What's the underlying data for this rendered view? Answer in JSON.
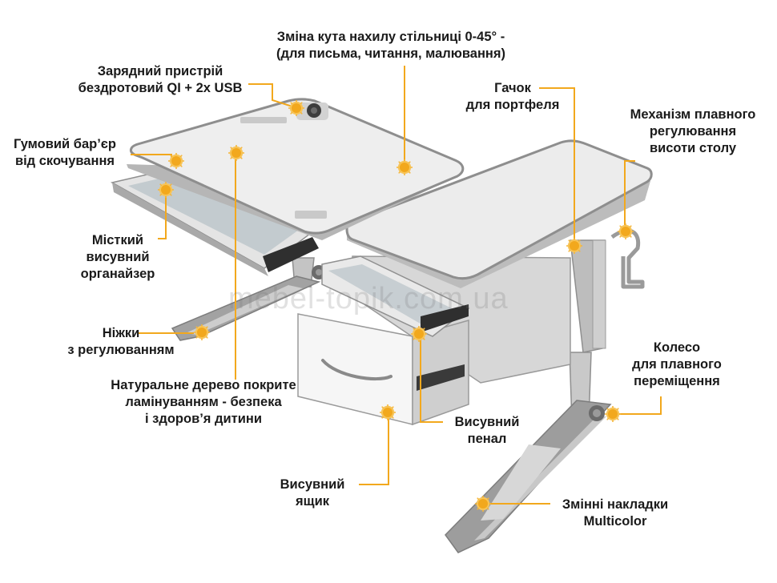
{
  "colors": {
    "accent": "#f2a81d",
    "text": "#1a1a1a",
    "frame": "#a9a9a9",
    "top": "#e6e6e6"
  },
  "icons": {
    "marker": "sun-marker-icon"
  },
  "watermark": "mebel-topik.com.ua",
  "labels": {
    "tilt": [
      "Зміна кута нахилу стільниці 0-45° -",
      "(для письма, читання, малювання)"
    ],
    "charger": [
      "Зарядний пристрій",
      "бездротовий QI + 2x USB"
    ],
    "hook": [
      "Гачок",
      "для портфеля"
    ],
    "height": [
      "Механізм плавного",
      "регулювання",
      "висоти столу"
    ],
    "barrier": [
      "Гумовий бар’єр",
      "від скочування"
    ],
    "organizer": [
      "Місткий",
      "висувний",
      "органайзер"
    ],
    "legs": [
      "Ніжки",
      "з регулюванням"
    ],
    "wheel": [
      "Колесо",
      "для плавного",
      "переміщення"
    ],
    "wood": [
      "Натуральне дерево покрите",
      "ламінуванням - безпека",
      "і здоров’я дитини"
    ],
    "pencil": [
      "Висувний",
      "пенал"
    ],
    "drawer": [
      "Висувний",
      "ящик"
    ],
    "pads": [
      "Змінні накладки",
      "Multicolor"
    ]
  }
}
